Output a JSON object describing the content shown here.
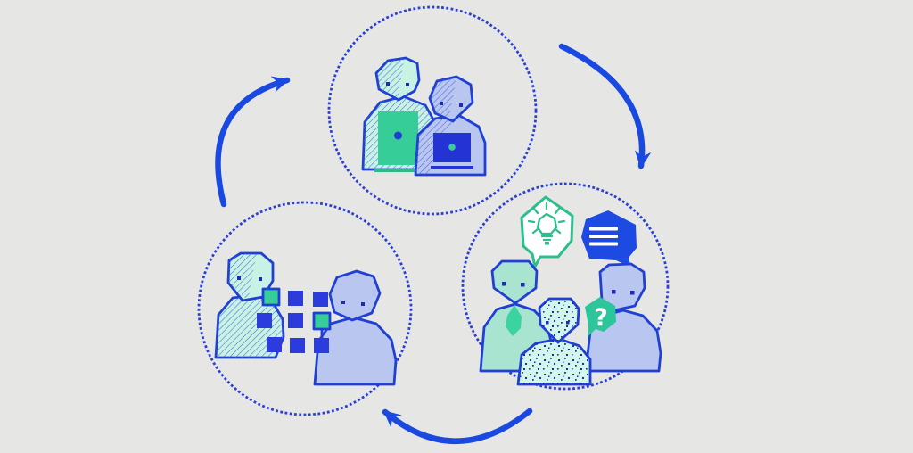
{
  "palette": {
    "background": "#e6e6e4",
    "outline_blue": "#1f40d2",
    "dot_blue": "#2c3fd3",
    "arrow_blue": "#1a49e2",
    "solid_blue": "#2c3cdc",
    "laptop_blue": "#2333d4",
    "bubble_blue": "#1d4ae3",
    "navy": "#1c2cb0",
    "emerald": "#36cd99",
    "emerald_dark": "#2fb98a",
    "mint": "#c8f2e3",
    "mint_pale": "#d2f6ea",
    "sage": "#a9e4d1",
    "tie_green": "#3bd3a0",
    "periwinkle": "#b9c6f0",
    "hatch_blue": "#4b69d6",
    "bubble_green": "#2bbf8e",
    "badge_green": "#2ec59a",
    "white": "#ffffff"
  },
  "diagram": {
    "type": "cycle",
    "direction": "clockwise",
    "nodes": [
      {
        "id": "top",
        "icons": [
          "person-at-laptop",
          "person-at-laptop",
          "laptop-green-icon",
          "laptop-blue-icon"
        ]
      },
      {
        "id": "left",
        "icons": [
          "person-mint",
          "data-grid-squares",
          "held-square-green",
          "held-square-green",
          "person-periwinkle"
        ]
      },
      {
        "id": "right",
        "icons": [
          "lightbulb-speech-bubble",
          "text-speech-bubble",
          "person-with-tie",
          "person-back-view",
          "person-periwinkle",
          "question-mark-badge"
        ]
      }
    ],
    "arrows": [
      {
        "id": "left-to-top"
      },
      {
        "id": "top-to-right"
      },
      {
        "id": "right-to-left"
      }
    ]
  },
  "badge": {
    "question_mark": "?"
  }
}
